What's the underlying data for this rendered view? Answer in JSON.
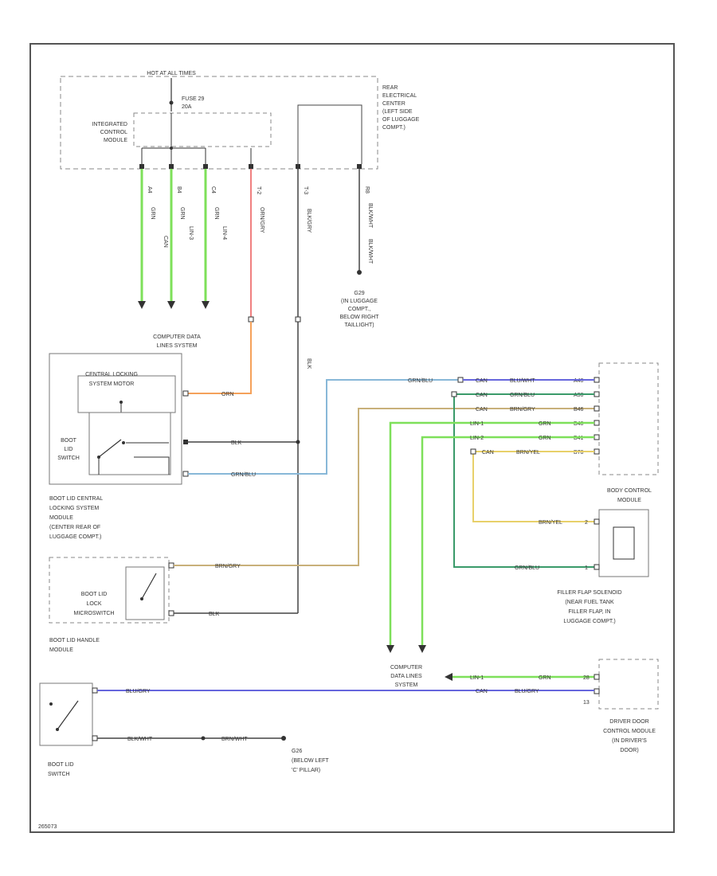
{
  "labels": {
    "hot_at_all_times": "HOT AT ALL TIMES",
    "fuse_line1": "FUSE 29",
    "fuse_line2": "20A",
    "icm_line1": "INTEGRATED",
    "icm_line2": "CONTROL",
    "icm_line3": "MODULE",
    "rec_line1": "REAR",
    "rec_line2": "ELECTRICAL",
    "rec_line3": "CENTER",
    "rec_line4": "(LEFT SIDE",
    "rec_line5": "OF LUGGAGE",
    "rec_line6": "COMPT.)",
    "g29_line1": "G29",
    "g29_line2": "(IN LUGGAGE",
    "g29_line3": "COMPT.,",
    "g29_line4": "BELOW RIGHT",
    "g29_line5": "TAILLIGHT)",
    "cdls_top_line1": "COMPUTER DATA",
    "cdls_top_line2": "LINES SYSTEM",
    "cls_motor_line1": "CENTRAL LOCKING",
    "cls_motor_line2": "SYSTEM MOTOR",
    "boot_lid_switch_inner_line1": "BOOT",
    "boot_lid_switch_inner_line2": "LID",
    "boot_lid_switch_inner_line3": "SWITCH",
    "bl_module_line1": "BOOT LID CENTRAL",
    "bl_module_line2": "LOCKING SYSTEM",
    "bl_module_line3": "MODULE",
    "bl_module_line4": "(CENTER REAR OF",
    "bl_module_line5": "LUGGAGE COMPT.)",
    "lock_sw_line1": "BOOT LID",
    "lock_sw_line2": "LOCK",
    "lock_sw_line3": "MICROSWITCH",
    "handle_module_line1": "BOOT LID HANDLE",
    "handle_module_line2": "MODULE",
    "bcm": "BODY CONTROL",
    "bcm_line2": "MODULE",
    "filler_line1": "FILLER FLAP SOLENOID",
    "filler_line2": "(NEAR FUEL TANK",
    "filler_line3": "FILLER FLAP, IN",
    "filler_line4": "LUGGAGE COMPT.)",
    "cdls_bottom_line1": "COMPUTER",
    "cdls_bottom_line2": "DATA LINES",
    "cdls_bottom_line3": "SYSTEM",
    "ddcm_line1": "DRIVER DOOR",
    "ddcm_line2": "CONTROL MODULE",
    "ddcm_line3": "(IN DRIVER'S",
    "ddcm_line4": "DOOR)",
    "boot_switch_line1": "BOOT LID",
    "boot_switch_line2": "SWITCH",
    "g26_line1": "G26",
    "g26_line2": "(BELOW LEFT",
    "g26_line3": "'C' PILLAR)",
    "diagram_id": "265073"
  },
  "wires": {
    "grn_1": "GRN",
    "grn_2": "GRN",
    "grn_3": "GRN",
    "orn_grn": "ORN/GRY",
    "blk_grn": "BLK/GRY",
    "blk_wht": "BLK/WHT",
    "can_1": "CAN",
    "can_2": "LIN-1",
    "can_3": "LIN-2",
    "can_4": "LIN-3",
    "orn": "ORN",
    "blk_1": "BLK",
    "grn_blu_1": "GRN/BLU",
    "grn_blu_2": "GRN/BLU",
    "grn_blu_3": "GRN/BLU",
    "blu_wht": "BLU/WHT",
    "grn_blu_bcm": "GRN/BLU",
    "brn_gry": "BRN/GRY",
    "brn_gry_2": "BRN/GRY",
    "grn_lin1": "GRN",
    "grn_lin2": "GRN",
    "brn_yel": "BRN/YEL",
    "brn_yel_2": "BRN/YEL",
    "grn_blu_filler": "GRN/BLU",
    "blk_2": "BLK",
    "grn_ddcm": "GRN",
    "blu_gry": "BLU/GRY",
    "blu_gry_2": "BLU/GRY",
    "blk_wht_2": "BLK/WHT",
    "brn_wht": "BRN/WHT"
  },
  "signals": {
    "can_a": "CAN",
    "lin_a": "LIN-3",
    "lin_b": "LIN-4",
    "bcm_1": "CAN",
    "bcm_2": "CAN",
    "bcm_3": "CAN",
    "bcm_4": "LIN-1",
    "bcm_5": "LIN-2",
    "bcm_6": "CAN",
    "ddcm_1": "LIN-1",
    "ddcm_2": "CAN"
  },
  "pins": {
    "p_a4": "A4",
    "p_b4": "B4",
    "p_c4": "C4",
    "p_t2": "T-2",
    "p_t3": "T-3",
    "p_r8": "R8",
    "bcm_1": "A40",
    "bcm_2": "A30",
    "bcm_3": "B46",
    "bcm_4": "B40",
    "bcm_5": "B41",
    "bcm_6": "B78",
    "filler_1": "2",
    "filler_2": "1",
    "ddcm_1": "28",
    "ddcm_2": "13"
  },
  "colors": {
    "green": "#7ee05a",
    "red": "#f08080",
    "orange": "#f5a15a",
    "black": "#333333",
    "blue": "#6666dd",
    "teal": "#6ab3a8",
    "tan": "#c8b07a",
    "yellow": "#e8d06a",
    "light_blue": "#88b8d8",
    "dark_green": "#3a9a6a"
  }
}
